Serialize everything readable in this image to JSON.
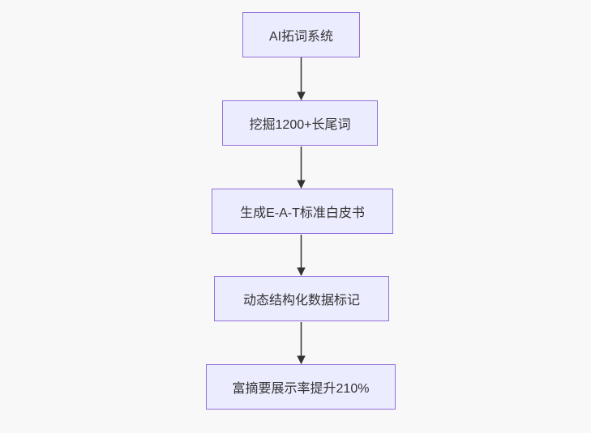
{
  "flowchart": {
    "type": "flowchart",
    "direction": "top-down",
    "nodes": [
      {
        "id": "n1",
        "label": "AI拓词系统"
      },
      {
        "id": "n2",
        "label": "挖掘1200+长尾词"
      },
      {
        "id": "n3",
        "label": "生成E-A-T标准白皮书"
      },
      {
        "id": "n4",
        "label": "动态结构化数据标记"
      },
      {
        "id": "n5",
        "label": "富摘要展示率提升210%"
      }
    ],
    "edges": [
      {
        "from": "n1",
        "to": "n2"
      },
      {
        "from": "n2",
        "to": "n3"
      },
      {
        "from": "n3",
        "to": "n4"
      },
      {
        "from": "n4",
        "to": "n5"
      }
    ],
    "colors": {
      "background": "#f8f8f8",
      "node_fill": "#ececff",
      "node_border": "#9370db",
      "edge": "#333333",
      "text": "#333333"
    }
  }
}
